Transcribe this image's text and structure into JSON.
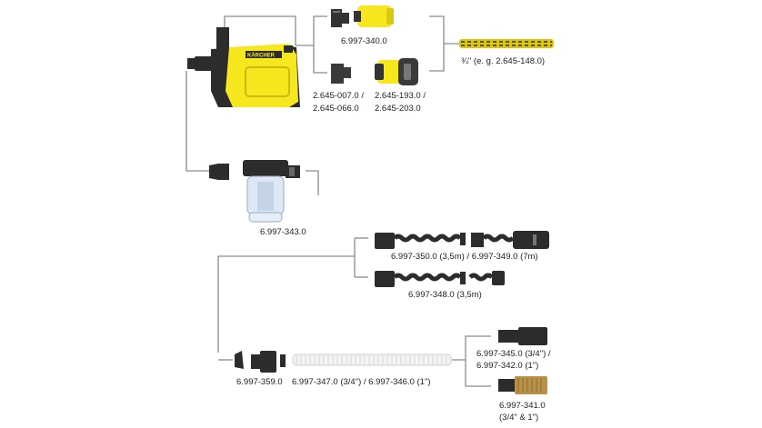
{
  "title": "Kärcher garden pump accessory diagram",
  "brand": "KÄRCHER",
  "colors": {
    "yellow": "#f6e71f",
    "dark": "#2c2c2c",
    "line": "#8c8c8c",
    "hose": "#d9c200"
  },
  "labels": {
    "connector_top": "6.997-340.0",
    "adapter_left_1": "2.645-007.0 /",
    "adapter_left_2": "2.645-066.0",
    "adapter_right_1": "2.645-193.0 /",
    "adapter_right_2": "2.645-203.0",
    "garden_hose": "¾\" (e. g. 2.645-148.0)",
    "prefilter": "6.997-343.0",
    "suction_hose_long": "6.997-350.0 (3,5m) / 6.997-349.0 (7m)",
    "suction_hose_short": "6.997-348.0 (3,5m)",
    "filter_basket": "6.997-359.0",
    "suction_hose_meter": "6.997-347.0 (3/4\") / 6.997-346.0 (1\")",
    "filter_set_1": "6.997-345.0 (3/4\") /",
    "filter_set_2": "6.997-342.0 (1\")",
    "brass_filter_1": "6.997-341.0",
    "brass_filter_2": "(3/4\" & 1\")"
  }
}
